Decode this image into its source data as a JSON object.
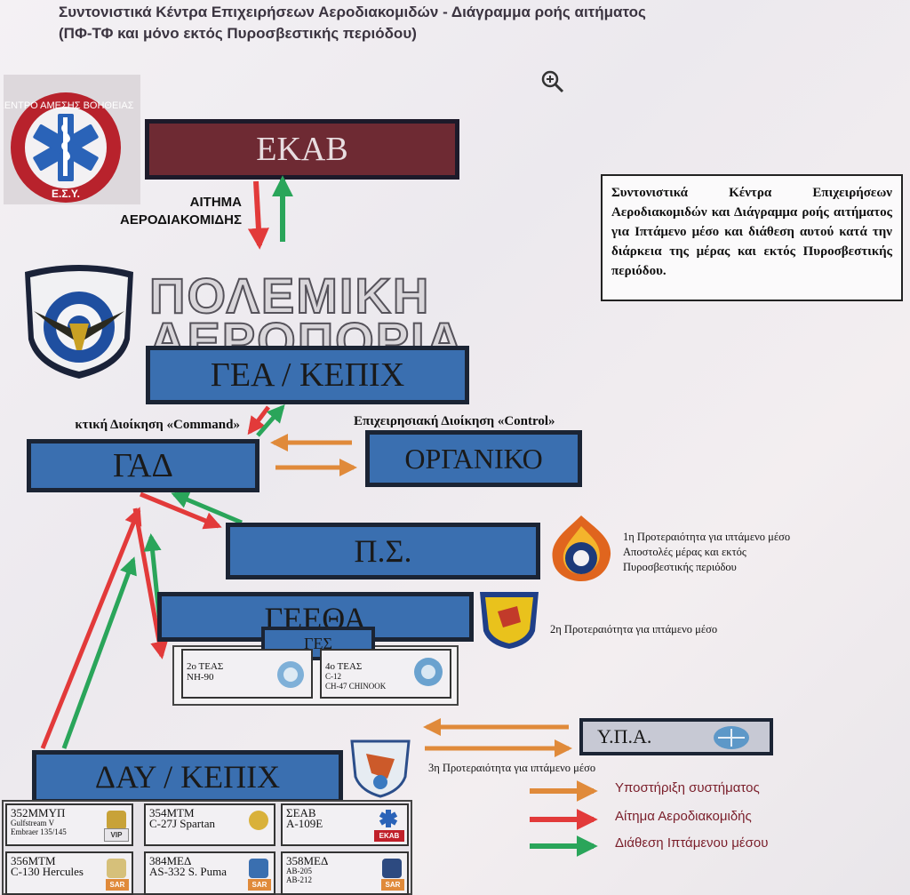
{
  "header": {
    "title": "Συντονιστικά Κέντρα Επιχειρήσεων Αεροδιακομιδών - Διάγραμμα ροής αιτήματος",
    "subtitle": "(ΠΦ-ΤΦ και μόνο εκτός Πυροσβεστικής περιόδου)"
  },
  "nodes": {
    "ekab": "ΕΚΑΒ",
    "gea": "ΓΕΑ / ΚΕΠΙΧ",
    "gad": "ΓΑΔ",
    "organiko": "ΟΡΓΑΝΙΚΟ",
    "ps": "Π.Σ.",
    "geetha": "ΓΕΕΘΑ",
    "ges": "ΓΕΣ",
    "ypa": "Υ.Π.Α.",
    "day": "ΔΑΥ / ΚΕΠΙΧ"
  },
  "labels": {
    "request": "ΑΙΤΗΜΑ",
    "request2": "ΑΕΡΟΔΙΑΚΟΜΙΔΗΣ",
    "command": "κτική Διοίκηση «Command»",
    "control": "Επιχειρησιακή Διοίκηση «Control»",
    "airforce1": "ΠΟΛΕΜΙΚΗ",
    "airforce2": "ΑΕΡΟΠΟΡΙΑ"
  },
  "logos": {
    "ekab_ring": "ΚΕΝΤΡΟ ΑΜΕΣΗΣ ΒΟΗΘΕΙΑΣ",
    "ekab_bottom": "Ε.Σ.Υ."
  },
  "note": "Συντονιστικά Κέντρα Επιχειρήσεων Αεροδιακομιδών και Διάγραμμα ροής αιτήματος για Ιπτάμενο μέσο και διάθεση αυτού κατά την διάρκεια της μέρας και εκτός Πυροσβεστικής περιόδου.",
  "priorities": {
    "p1_a": "1η Προτεραιότητα για ιπτάμενο μέσο",
    "p1_b": "Αποστολές μέρας και εκτός",
    "p1_c": "Πυροσβεστικής περιόδου",
    "p2": "2η Προτεραιότητα για ιπτάμενο μέσο",
    "p3": "3η Προτεραιότητα για ιπτάμενο μέσο"
  },
  "army_units": [
    {
      "name": "2ο ΤΕΑΣ",
      "aircraft": "NH-90"
    },
    {
      "name": "4ο ΤΕΑΣ",
      "aircraft": "C-12",
      "aircraft2": "CH-47 CHINOOK"
    }
  ],
  "squadrons": [
    {
      "name": "352ΜΜΥΠ",
      "l2": "Gulfstream V",
      "l3": "Embraer 135/145",
      "tag": "VIP"
    },
    {
      "name": "354ΜΤΜ",
      "l2": "C-27J Spartan",
      "l3": "",
      "tag": ""
    },
    {
      "name": "ΣΕΑΒ",
      "l2": "A-109E",
      "l3": "",
      "tag": "ΕΚΑΒ"
    },
    {
      "name": "356ΜΤΜ",
      "l2": "C-130 Hercules",
      "l3": "",
      "tag": "SAR"
    },
    {
      "name": "384ΜΕΔ",
      "l2": "AS-332 S. Puma",
      "l3": "",
      "tag": "SAR"
    },
    {
      "name": "358ΜΕΔ",
      "l2": "AB-205",
      "l3": "AB-212",
      "tag": "SAR"
    }
  ],
  "legend": [
    {
      "label": "Υποστήριξη συστήματος",
      "color": "#e08a3a"
    },
    {
      "label": "Αίτημα Αεροδιακομιδής",
      "color": "#e23a3a"
    },
    {
      "label": "Διάθεση Ιπτάμενου μέσου",
      "color": "#2aa55a"
    }
  ],
  "colors": {
    "red": "#e23a3a",
    "green": "#2aa55a",
    "orange": "#e08a3a",
    "node_blue": "#3a6fb0",
    "ekab_bg": "#6e2a33"
  },
  "icons": {
    "zoom": "zoom-in-icon"
  }
}
